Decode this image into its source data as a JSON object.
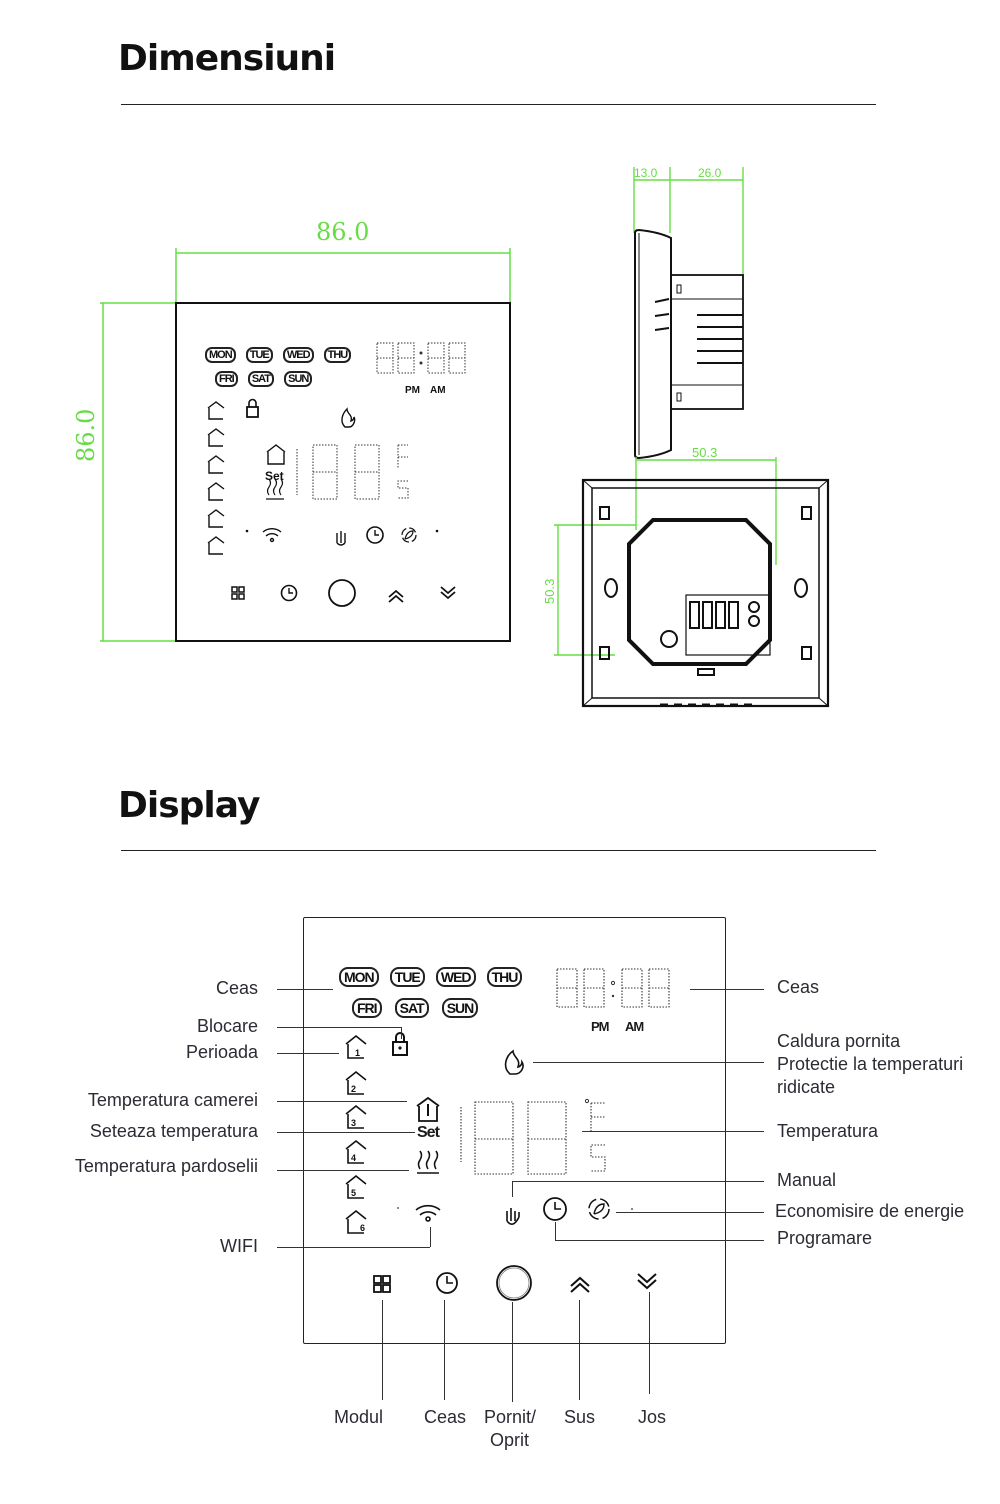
{
  "sections": {
    "dimensions_title": "Dimensiuni",
    "display_title": "Display"
  },
  "dimensions": {
    "front_width": "86.0",
    "front_height": "86.0",
    "side_front_depth": "13.0",
    "side_back_depth": "26.0",
    "back_box_width": "50.3",
    "back_box_height": "50.3"
  },
  "display_panel": {
    "days_row1": [
      "MON",
      "TUE",
      "WED",
      "THU"
    ],
    "days_row2": [
      "FRI",
      "SAT",
      "SUN"
    ],
    "pm_label": "PM",
    "am_label": "AM",
    "set_label": "Set",
    "period_icons": [
      "period-1-icon",
      "period-2-icon",
      "period-3-icon",
      "period-4-icon",
      "period-5-icon",
      "period-6-icon"
    ],
    "buttons": [
      "mode-icon",
      "clock-icon",
      "power-icon",
      "up-icon",
      "down-icon"
    ]
  },
  "callouts_left": {
    "ceas": "Ceas",
    "blocare": "Blocare",
    "perioada": "Perioada",
    "temp_camerei": "Temperatura camerei",
    "seteaza_temp": "Seteaza temperatura",
    "temp_pardoseli": "Temperatura pardoselii",
    "wifi": "WIFI"
  },
  "callouts_right": {
    "ceas": "Ceas",
    "caldura_1": "Caldura pornita",
    "caldura_2": "Protectie la temperaturi",
    "caldura_3": "ridicate",
    "temperatura": "Temperatura",
    "manual": "Manual",
    "economisire": "Economisire de energie",
    "programare": "Programare"
  },
  "callouts_bottom": {
    "modul": "Modul",
    "ceas": "Ceas",
    "pornit_1": "Pornit/",
    "pornit_2": "Oprit",
    "sus": "Sus",
    "jos": "Jos"
  },
  "colors": {
    "dimension_green": "#66dd44",
    "outline": "#111111"
  }
}
